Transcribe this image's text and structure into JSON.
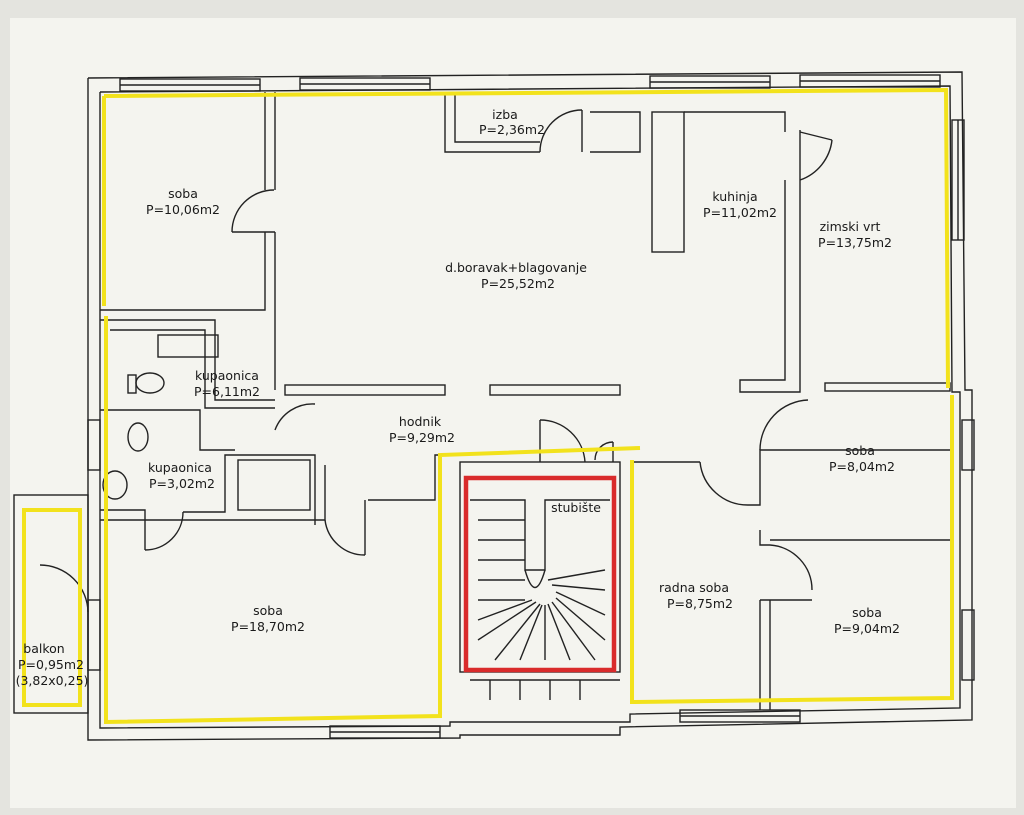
{
  "colors": {
    "paper": "#f4f4ef",
    "wall": "#222222",
    "outline_yellow": "#f2e21c",
    "stair_red": "#d92b2b"
  },
  "rooms": [
    {
      "id": "izba",
      "name": "izba",
      "area": "P=2,36m2"
    },
    {
      "id": "soba-nw",
      "name": "soba",
      "area": "P=10,06m2"
    },
    {
      "id": "kuhinja",
      "name": "kuhinja",
      "area": "P=11,02m2"
    },
    {
      "id": "zimski-vrt",
      "name": "zimski vrt",
      "area": "P=13,75m2"
    },
    {
      "id": "boravak",
      "name": "d.boravak+blagovanje",
      "area": "P=25,52m2"
    },
    {
      "id": "kupaonica-1",
      "name": "kupaonica",
      "area": "P=6,11m2"
    },
    {
      "id": "hodnik",
      "name": "hodnik",
      "area": "P=9,29m2"
    },
    {
      "id": "kupaonica-2",
      "name": "kupaonica",
      "area": "P=3,02m2"
    },
    {
      "id": "soba-e",
      "name": "soba",
      "area": "P=8,04m2"
    },
    {
      "id": "stubiste",
      "name": "stubište",
      "area": ""
    },
    {
      "id": "radna-soba",
      "name": "radna soba",
      "area": "P=8,75m2"
    },
    {
      "id": "soba-se",
      "name": "soba",
      "area": "P=9,04m2"
    },
    {
      "id": "soba-sw",
      "name": "soba",
      "area": "P=18,70m2"
    },
    {
      "id": "balkon",
      "name": "balkon",
      "area": "P=0,95m2",
      "extra": "(3,82x0,25)"
    }
  ]
}
